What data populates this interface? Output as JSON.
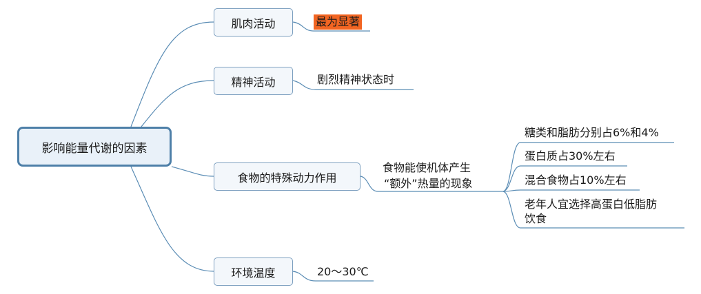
{
  "root": "影响能量代谢的因素",
  "branches": [
    {
      "label": "肌肉活动",
      "detail": "最为显著"
    },
    {
      "label": "精神活动",
      "detail": "剧烈精神状态时"
    },
    {
      "label": "食物的特殊动力作用",
      "detail_line1": "食物能使机体产生",
      "detail_line2": "“额外”热量的现象",
      "children": [
        "糖类和脂肪分别占6%和4%",
        "蛋白质占30%左右",
        "混合食物占10%左右",
        "老年人宜选择高蛋白低脂肪",
        "饮食"
      ]
    },
    {
      "label": "环境温度",
      "detail": "20～30℃"
    }
  ],
  "colors": {
    "line": "#5b8db5",
    "highlight": "#f26522"
  }
}
